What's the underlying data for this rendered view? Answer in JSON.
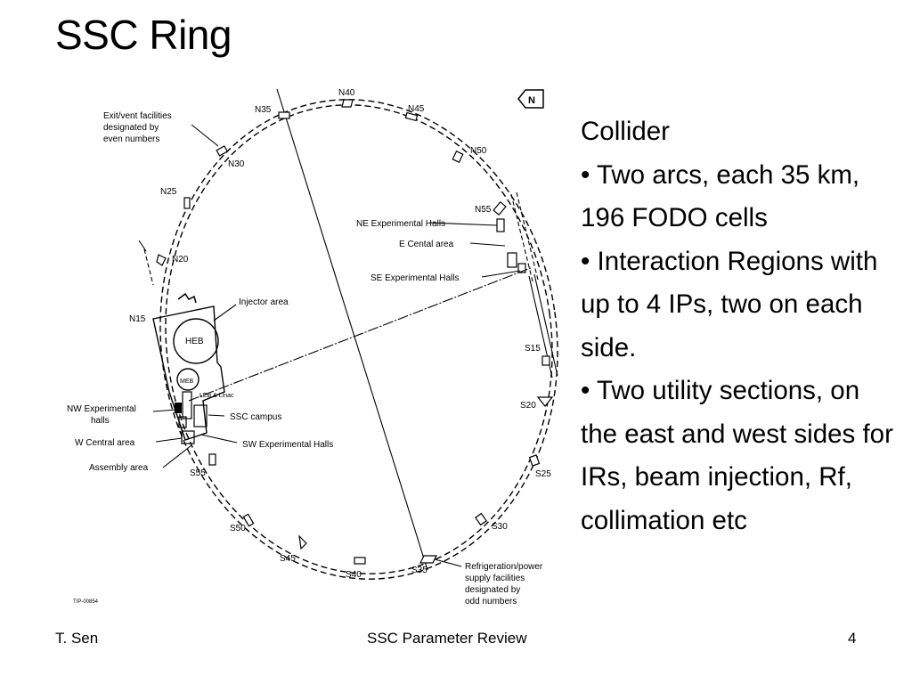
{
  "slide": {
    "title": "SSC Ring",
    "bullets": [
      "Collider",
      "• Two arcs, each 35 km, 196 FODO cells",
      "• Interaction Regions with up to 4 IPs, two on each side.",
      "• Two utility sections, on the east and west sides for IRs, beam injection, Rf, collimation etc"
    ],
    "footer": {
      "left": "T. Sen",
      "center": "SSC Parameter Review",
      "right": "4"
    }
  },
  "diagram": {
    "north_label": "N",
    "site_labels": {
      "n15": "N15",
      "n20": "N20",
      "n25": "N25",
      "n30": "N30",
      "n35": "N35",
      "n40": "N40",
      "n45": "N45",
      "n50": "N50",
      "n55": "N55",
      "s15": "S15",
      "s20": "S20",
      "s25": "S25",
      "s30": "S30",
      "s35": "S35",
      "s40": "S40",
      "s45": "S45",
      "s50": "S50",
      "s55": "S55"
    },
    "callouts": {
      "exit_vent": [
        "Exit/vent facilities",
        "designated by",
        "even numbers"
      ],
      "ne_halls": "NE  Experimental Halls",
      "e_area": "E  Cental area",
      "se_halls": "SE  Experimental Halls",
      "injector": "Injector area",
      "heb": "HEB",
      "meb": "MEB",
      "leb": "LEB & Linac",
      "nw_halls": [
        "NW  Experimental",
        "halls"
      ],
      "w_area": "W  Central area",
      "ssc_campus": "SSC campus",
      "sw_halls": "SW  Experimental Halls",
      "assembly": "Assembly area",
      "refrigeration": [
        "Refrigeration/power",
        "supply facilities",
        "designated by",
        "odd numbers"
      ],
      "tip": "TIP-00854"
    }
  }
}
